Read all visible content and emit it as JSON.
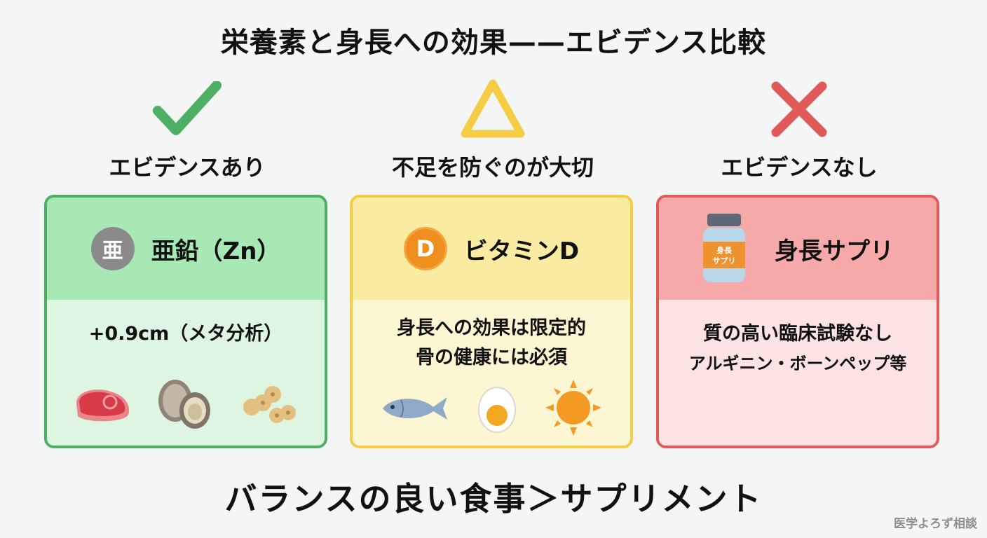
{
  "title": "栄養素と身長への効果——エビデンス比較",
  "columns": [
    {
      "status_icon": "check-icon",
      "status_color": "#4caf63",
      "status_label": "エビデンスあり",
      "card": {
        "badge_icon": "zinc-badge-icon",
        "badge_text": "亜",
        "name": "亜鉛（Zn）",
        "description": [
          "+0.9cm（メタ分析）"
        ],
        "foods": [
          "meat-icon",
          "oyster-icon",
          "soybean-icon"
        ]
      }
    },
    {
      "status_icon": "triangle-icon",
      "status_color": "#f4cd44",
      "status_label": "不足を防ぐのが大切",
      "card": {
        "badge_icon": "vitamin-d-badge-icon",
        "badge_text": "D",
        "name": "ビタミンD",
        "description": [
          "身長への効果は限定的",
          "骨の健康には必須"
        ],
        "foods": [
          "fish-icon",
          "egg-icon",
          "sun-icon"
        ]
      }
    },
    {
      "status_icon": "cross-icon",
      "status_color": "#e05a5a",
      "status_label": "エビデンスなし",
      "card": {
        "badge_icon": "supplement-bottle-icon",
        "badge_text": "身長\nサプリ",
        "name": "身長サプリ",
        "description": [
          "質の高い臨床試験なし",
          "アルギニン・ボーンペップ等"
        ],
        "foods": []
      }
    }
  ],
  "conclusion": "バランスの良い食事＞サプリメント",
  "credit": "医学よろず相談"
}
